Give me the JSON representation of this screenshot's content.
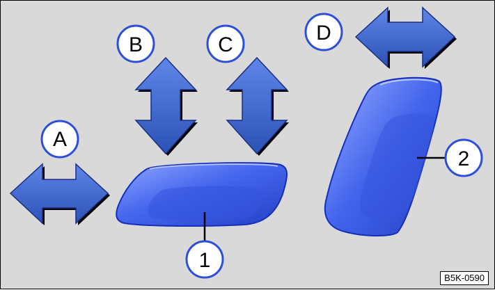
{
  "labels": {
    "a": "A",
    "b": "B",
    "c": "C",
    "d": "D",
    "one": "1",
    "two": "2"
  },
  "reference_code": "B5K-0590",
  "colors": {
    "background": "#d9d9d9",
    "arrow_fill": "#3a63c8",
    "arrow_shadow": "#000000",
    "cushion_fill": "#3b5fe0",
    "label_ring": "#2b4fd6"
  },
  "icons": {
    "horizontal_arrow": "double-headed-horizontal-arrow",
    "vertical_arrow": "double-headed-vertical-arrow",
    "seat_cushion": "seat-cushion",
    "seat_backrest": "seat-backrest"
  }
}
